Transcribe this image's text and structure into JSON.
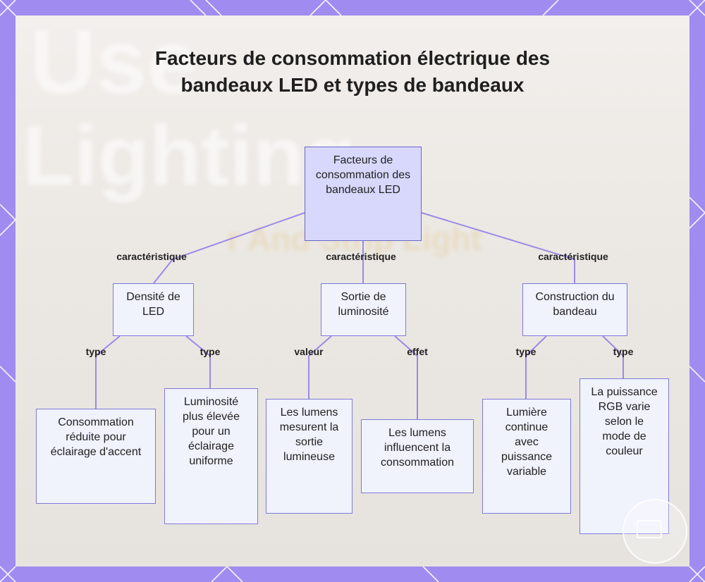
{
  "title": "Facteurs de consommation électrique des bandeaux LED et types de bandeaux",
  "background": {
    "text_1": "Use",
    "text_2": "Lighting",
    "text_3": "r And Strip Light"
  },
  "nodes": {
    "root": "Facteurs de consommation des bandeaux LED",
    "densite": "Densité de LED",
    "sortie": "Sortie de luminosité",
    "construction": "Construction du bandeau",
    "consommation_reduite": "Consommation réduite pour éclairage d'accent",
    "luminosite_plus": "Luminosité plus élevée pour un éclairage uniforme",
    "lumens_mesurent": "Les lumens mesurent la sortie lumineuse",
    "lumens_influencent": "Les lumens influencent la consommation",
    "lumiere_continue": "Lumière continue avec puissance variable",
    "puissance_rgb": "La puissance RGB varie selon le mode de couleur"
  },
  "edge_labels": {
    "root_densite": "caractéristique",
    "root_sortie": "caractéristique",
    "root_construction": "caractéristique",
    "densite_conso": "type",
    "densite_lum": "type",
    "sortie_mesurent": "valeur",
    "sortie_influencent": "effet",
    "construction_continue": "type",
    "construction_rgb": "type"
  },
  "colors": {
    "border_purple": "#a08cf0",
    "node_fill": "#f0f2fc",
    "root_fill": "#d7d8fb",
    "node_stroke": "#7f7ad8",
    "edge": "#9b8ae6"
  }
}
